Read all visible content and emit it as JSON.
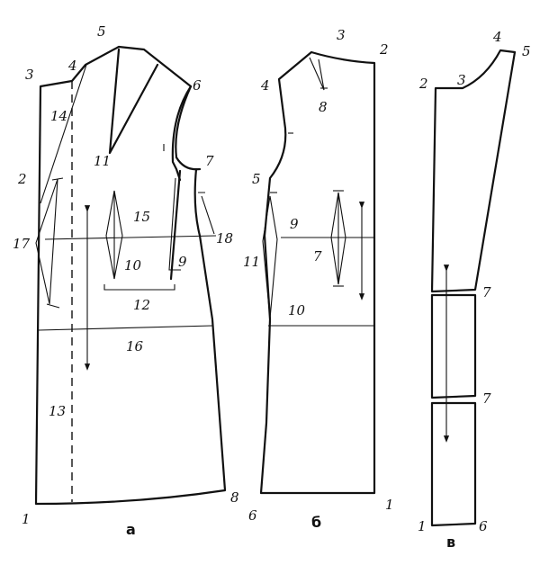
{
  "captions": {
    "a": "а",
    "b": "б",
    "c": "в"
  },
  "panel_a": {
    "p1": "1",
    "p2": "2",
    "p3": "3",
    "p4": "4",
    "p5": "5",
    "p6": "6",
    "p7": "7",
    "p8": "8",
    "p9": "9",
    "p10": "10",
    "p11": "11",
    "p12": "12",
    "p13": "13",
    "p14": "14",
    "p15": "15",
    "p16": "16",
    "p17": "17",
    "p18": "18"
  },
  "panel_b": {
    "p2": "2",
    "p3": "3",
    "p4": "4",
    "p5": "5",
    "p6": "6",
    "p7": "7",
    "p8": "8",
    "p9": "9",
    "p10": "10",
    "p11": "11",
    "p1": "1"
  },
  "panel_c": {
    "p1": "1",
    "p2": "2",
    "p3": "3",
    "p4": "4",
    "p5": "5",
    "p6": "6",
    "p7a": "7",
    "p7b": "7"
  }
}
